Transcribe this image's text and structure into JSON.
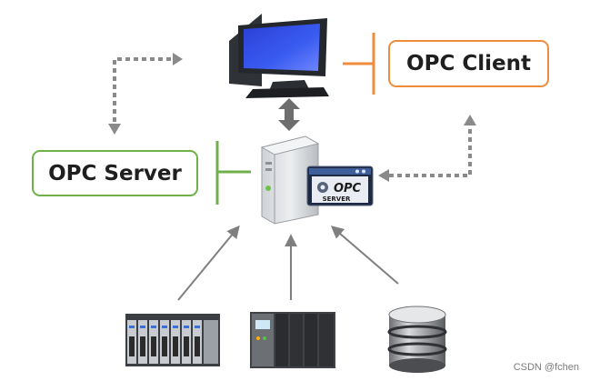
{
  "nodes": {
    "opc_client": {
      "label": "OPC Client"
    },
    "opc_server": {
      "label": "OPC Server"
    },
    "server_badge": {
      "logo_text": "OPC",
      "caption": "SERVER"
    }
  },
  "devices": [
    {
      "name": "plc-io-modules-icon"
    },
    {
      "name": "controller-rack-icon"
    },
    {
      "name": "database-icon"
    }
  ],
  "colors": {
    "client_accent": "#ee8c3c",
    "server_accent": "#6fb04a",
    "arrow_gray": "#7f7f7f",
    "dotted_gray": "#8a8a8a"
  },
  "watermark": "CSDN @fchen"
}
